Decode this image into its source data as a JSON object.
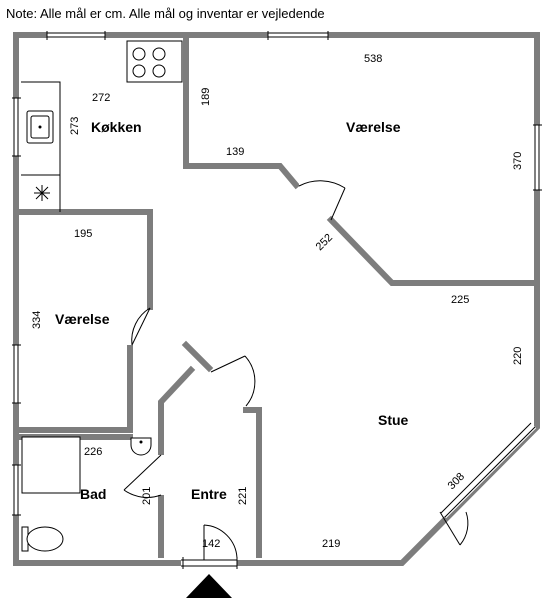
{
  "note": "Note: Alle mål er cm. Alle mål og inventar er vejledende",
  "rooms": {
    "kitchen": "Køkken",
    "bedroom1": "Værelse",
    "bedroom2": "Værelse",
    "living": "Stue",
    "bath": "Bad",
    "entrance": "Entre"
  },
  "dimensions": {
    "d538": "538",
    "d272": "272",
    "d189": "189",
    "d273": "273",
    "d139": "139",
    "d370": "370",
    "d195": "195",
    "d252": "252",
    "d225": "225",
    "d334": "334",
    "d220": "220",
    "d226": "226",
    "d308": "308",
    "d201": "201",
    "d221": "221",
    "d142": "142",
    "d219": "219"
  }
}
